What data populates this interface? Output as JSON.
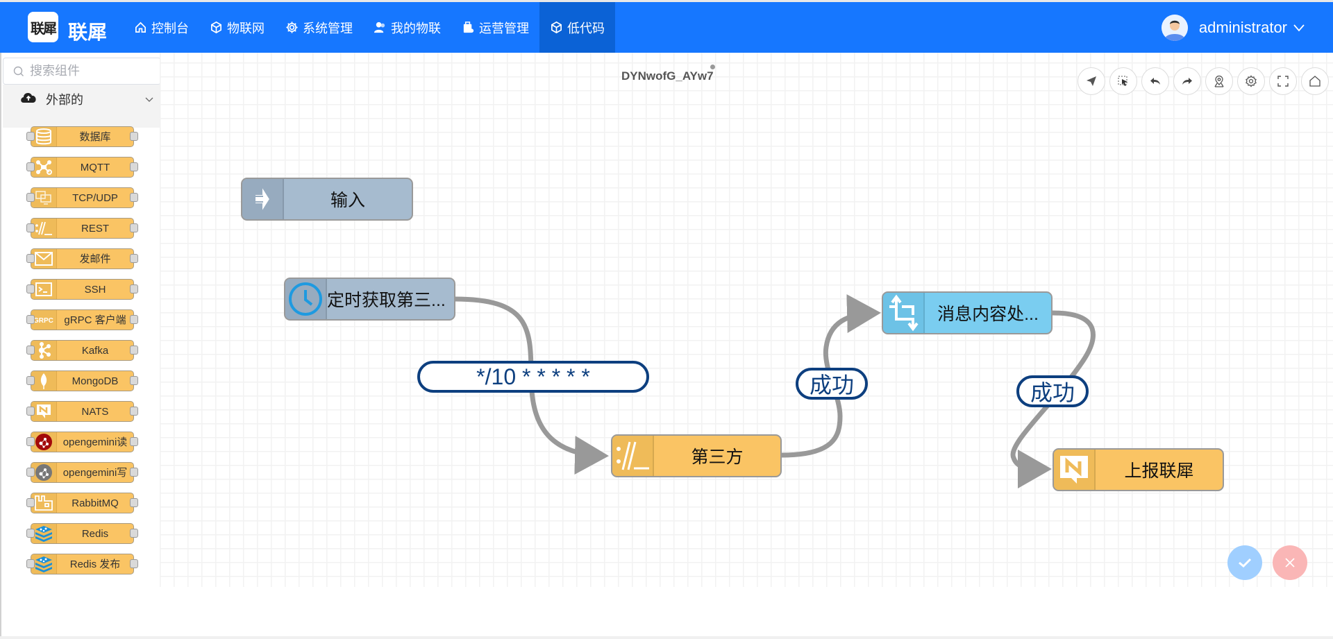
{
  "header": {
    "logo_text": "联犀",
    "brand": "联犀",
    "nav": [
      {
        "label": "控制台",
        "icon": "home-icon"
      },
      {
        "label": "物联网",
        "icon": "cube-icon"
      },
      {
        "label": "系统管理",
        "icon": "gear-icon"
      },
      {
        "label": "我的物联",
        "icon": "users-icon"
      },
      {
        "label": "运营管理",
        "icon": "briefcase-icon"
      },
      {
        "label": "低代码",
        "icon": "cube-icon",
        "active": true
      }
    ],
    "user": {
      "name": "administrator"
    }
  },
  "sidebar": {
    "search_placeholder": "搜索组件",
    "category": {
      "label": "外部的",
      "icon": "cloud-upload-icon"
    },
    "items": [
      {
        "label": "数据库",
        "icon": "database-icon"
      },
      {
        "label": "MQTT",
        "icon": "mqtt-icon"
      },
      {
        "label": "TCP/UDP",
        "icon": "monitors-icon"
      },
      {
        "label": "REST",
        "icon": "rest-icon"
      },
      {
        "label": "发邮件",
        "icon": "mail-icon"
      },
      {
        "label": "SSH",
        "icon": "terminal-icon"
      },
      {
        "label": "gRPC 客户端",
        "icon": "grpc-icon"
      },
      {
        "label": "Kafka",
        "icon": "kafka-icon"
      },
      {
        "label": "MongoDB",
        "icon": "mongodb-icon"
      },
      {
        "label": "NATS",
        "icon": "nats-icon"
      },
      {
        "label": "opengemini读",
        "icon": "opengemini-read-icon"
      },
      {
        "label": "opengemini写",
        "icon": "opengemini-write-icon"
      },
      {
        "label": "RabbitMQ",
        "icon": "rabbitmq-icon"
      },
      {
        "label": "Redis",
        "icon": "redis-icon"
      },
      {
        "label": "Redis 发布",
        "icon": "redis-icon"
      }
    ]
  },
  "canvas": {
    "flow_title": "DYNwofG_AYw7",
    "toolbar": [
      "send-icon",
      "select-icon",
      "undo-icon",
      "redo-icon",
      "locate-icon",
      "settings-icon",
      "fullscreen-icon",
      "home-icon"
    ],
    "nodes": [
      {
        "id": "input",
        "label": "输入",
        "color": "#a6bbcf",
        "icon": "input-arrow-icon"
      },
      {
        "id": "timer",
        "label": "定时获取第三...",
        "color": "#a6bbcf",
        "icon": "clock-icon"
      },
      {
        "id": "rest",
        "label": "第三方",
        "color": "#fac464",
        "icon": "rest-icon"
      },
      {
        "id": "transform",
        "label": "消息内容处...",
        "color": "#7acdf0",
        "icon": "transform-icon"
      },
      {
        "id": "report",
        "label": "上报联犀",
        "color": "#fac464",
        "icon": "nats-icon"
      }
    ],
    "wire_labels": {
      "cron": "*/10 * * * * *",
      "success1": "成功",
      "success2": "成功"
    },
    "confirm_color": "#a0cfff",
    "cancel_color": "#fab6b6"
  }
}
